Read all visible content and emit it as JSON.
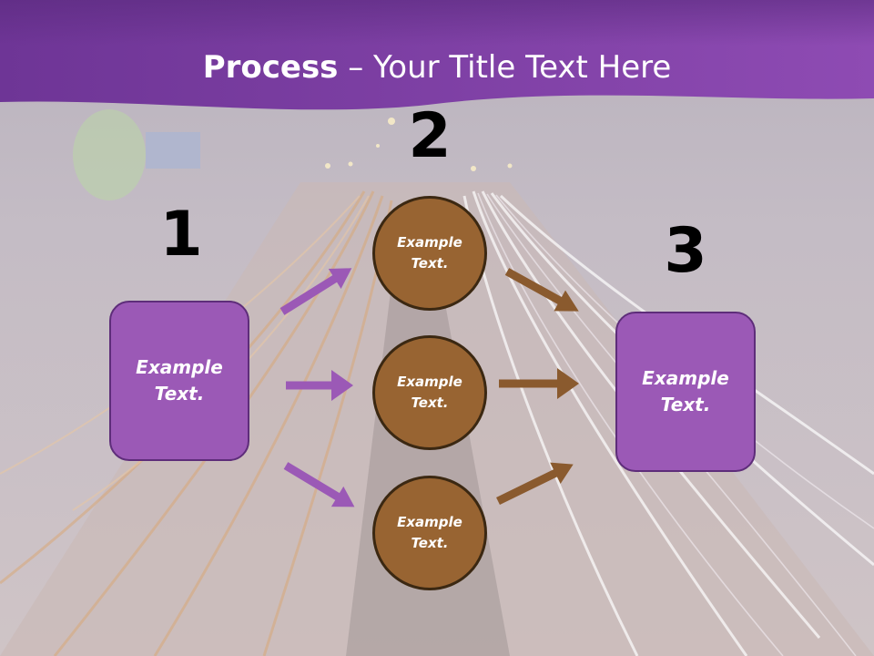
{
  "slide": {
    "title_bold": "Process",
    "title_rest": " – Your Title Text Here",
    "step_numbers": [
      "1",
      "2",
      "3"
    ],
    "left_box_text": "Example\nText.",
    "right_box_text": "Example\nText.",
    "circle_texts": [
      "Example\nText.",
      "Example\nText.",
      "Example\nText."
    ]
  },
  "colors": {
    "header_purple": "#7b3fa0",
    "box_purple": "#9b59b6",
    "circle_brown": "#986432",
    "arrow_purple": "#9b59b6",
    "arrow_brown": "#8a5a2e"
  }
}
